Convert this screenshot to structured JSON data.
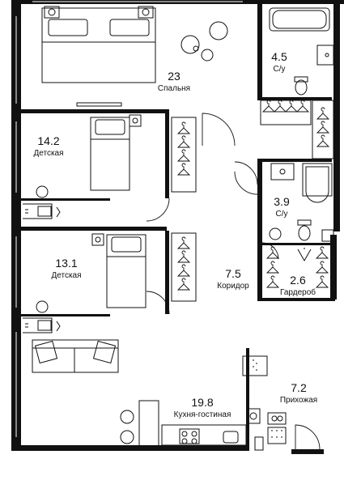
{
  "rooms": [
    {
      "id": "bedroom",
      "area": "23",
      "name": "Спальня"
    },
    {
      "id": "bath1",
      "area": "4.5",
      "name": "С/у"
    },
    {
      "id": "kids1",
      "area": "14.2",
      "name": "Детская"
    },
    {
      "id": "bath2",
      "area": "3.9",
      "name": "С/у"
    },
    {
      "id": "kids2",
      "area": "13.1",
      "name": "Детская"
    },
    {
      "id": "corridor",
      "area": "7.5",
      "name": "Коридор"
    },
    {
      "id": "wardrobe",
      "area": "2.6",
      "name": "Гардероб"
    },
    {
      "id": "hall",
      "area": "7.2",
      "name": "Прихожая"
    },
    {
      "id": "kitchen",
      "area": "19.8",
      "name": "Кухня-гостиная"
    }
  ]
}
